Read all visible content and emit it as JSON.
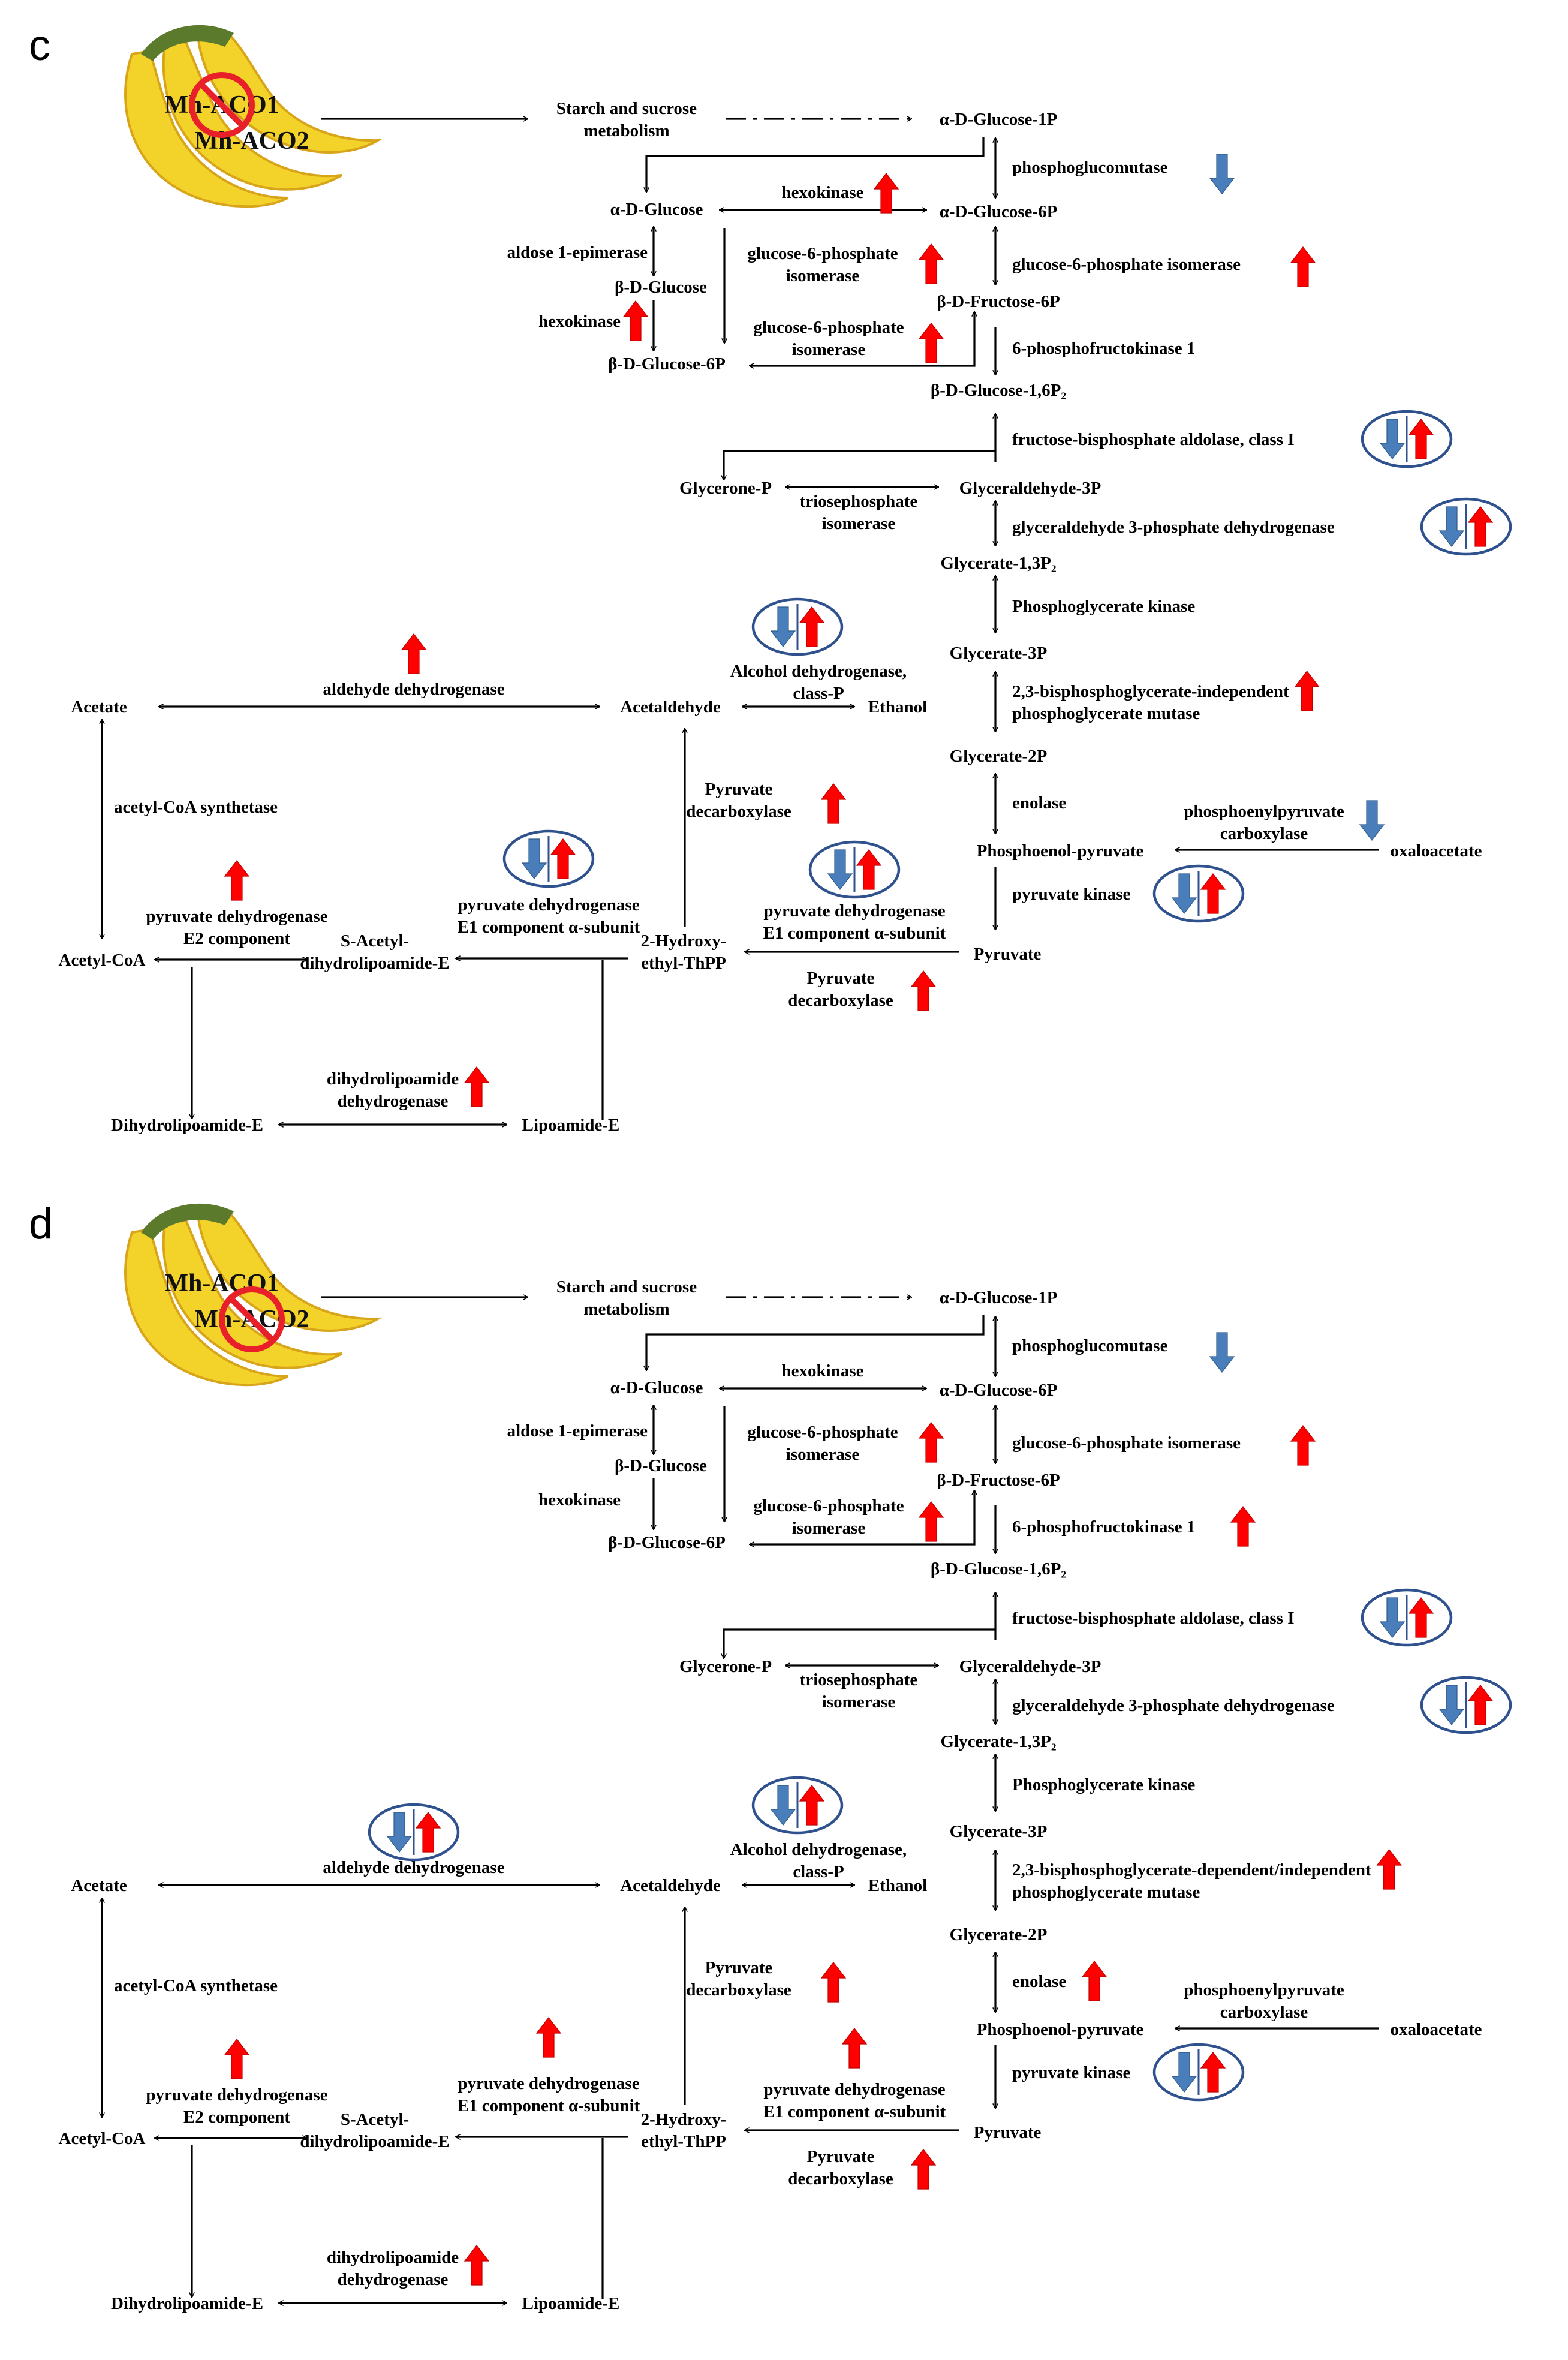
{
  "colors": {
    "up": "#ff0000",
    "down": "#4a7ebb",
    "ring": "#2f528f",
    "line": "#000000",
    "banana": "#f3d22a",
    "banana_shade": "#d8a51a",
    "banana_tip": "#5c7a2b",
    "ban_sign": "#e8202a"
  },
  "panels": [
    {
      "label": "c",
      "genes": [
        "Mh-ACO1",
        "Mh-ACO2"
      ],
      "knockout_gene": "Mh-ACO1",
      "nodes": {
        "starch": "Starch and sucrose\nmetabolism",
        "aG1P": "α-D-Glucose-1P",
        "aG": "α-D-Glucose",
        "aG6P": "α-D-Glucose-6P",
        "bG": "β-D-Glucose",
        "bF6P": "β-D-Fructose-6P",
        "bG6P": "β-D-Glucose-6P",
        "bG16": "β-D-Glucose-1,6P₂",
        "glycP": "Glycerone-P",
        "ga3p": "Glyceraldehyde-3P",
        "g13": "Glycerate-1,3P₂",
        "g3p": "Glycerate-3P",
        "g2p": "Glycerate-2P",
        "pep": "Phosphoenol-pyruvate",
        "oxa": "oxaloacetate",
        "pyr": "Pyruvate",
        "acetate": "Acetate",
        "acald": "Acetaldehyde",
        "ethanol": "Ethanol",
        "accoa": "Acetyl-CoA",
        "sacetyl": "S-Acetyl-\ndihydrolipoamide-E",
        "hydroxy": "2-Hydroxy-\nethyl-ThPP",
        "dihydro": "Dihydrolipoamide-E",
        "lipo": "Lipoamide-E"
      },
      "enzymes": {
        "pgm": {
          "text": "phosphoglucomutase",
          "reg": "down"
        },
        "hk1": {
          "text": "hexokinase",
          "reg": "up"
        },
        "aldose": {
          "text": "aldose 1-epimerase",
          "reg": "none"
        },
        "g6pi_a": {
          "text": "glucose-6-phosphate\nisomerase",
          "reg": "up"
        },
        "g6pi_b": {
          "text": "glucose-6-phosphate isomerase",
          "reg": "up"
        },
        "hk2": {
          "text": "hexokinase",
          "reg": "up"
        },
        "g6pi_c": {
          "text": "glucose-6-phosphate\nisomerase",
          "reg": "up"
        },
        "pfk": {
          "text": "6-phosphofructokinase 1",
          "reg": "none"
        },
        "fba": {
          "text": "fructose-bisphosphate aldolase, class I",
          "reg": "both"
        },
        "tpi": {
          "text": "triosephosphate\nisomerase",
          "reg": "none"
        },
        "gapdh": {
          "text": "glyceraldehyde 3-phosphate dehydrogenase",
          "reg": "both"
        },
        "pgk": {
          "text": "Phosphoglycerate kinase",
          "reg": "none"
        },
        "pgam": {
          "text": "2,3-bisphosphoglycerate-independent\nphosphoglycerate mutase",
          "reg": "up"
        },
        "eno": {
          "text": "enolase",
          "reg": "none"
        },
        "pepc": {
          "text": "phosphoenylpyruvate\ncarboxylase",
          "reg": "down"
        },
        "pk": {
          "text": "pyruvate kinase",
          "reg": "both"
        },
        "aldh": {
          "text": "aldehyde dehydrogenase",
          "reg": "up"
        },
        "adh": {
          "text": "Alcohol dehydrogenase,\nclass-P",
          "reg": "both"
        },
        "pdc1": {
          "text": "Pyruvate\ndecarboxylase",
          "reg": "up"
        },
        "acs": {
          "text": "acetyl-CoA synthetase",
          "reg": "none"
        },
        "pdh_e1a": {
          "text": "pyruvate dehydrogenase\nE1 component  α-subunit",
          "reg": "both"
        },
        "pdh_e1b": {
          "text": "pyruvate dehydrogenase\nE1 component α-subunit",
          "reg": "both"
        },
        "pdh_e2": {
          "text": "pyruvate dehydrogenase\nE2 component",
          "reg": "up"
        },
        "pdc2": {
          "text": "Pyruvate\ndecarboxylase",
          "reg": "up"
        },
        "dld": {
          "text": "dihydrolipoamide\ndehydrogenase",
          "reg": "up"
        }
      }
    },
    {
      "label": "d",
      "genes": [
        "Mh-ACO1",
        "Mh-ACO2"
      ],
      "knockout_gene": "Mh-ACO2",
      "nodes": {
        "starch": "Starch and sucrose\nmetabolism",
        "aG1P": "α-D-Glucose-1P",
        "aG": "α-D-Glucose",
        "aG6P": "α-D-Glucose-6P",
        "bG": "β-D-Glucose",
        "bF6P": "β-D-Fructose-6P",
        "bG6P": "β-D-Glucose-6P",
        "bG16": "β-D-Glucose-1,6P₂",
        "glycP": "Glycerone-P",
        "ga3p": "Glyceraldehyde-3P",
        "g13": "Glycerate-1,3P₂",
        "g3p": "Glycerate-3P",
        "g2p": "Glycerate-2P",
        "pep": "Phosphoenol-pyruvate",
        "oxa": "oxaloacetate",
        "pyr": "Pyruvate",
        "acetate": "Acetate",
        "acald": "Acetaldehyde",
        "ethanol": "Ethanol",
        "accoa": "Acetyl-CoA",
        "sacetyl": "S-Acetyl-\ndihydrolipoamide-E",
        "hydroxy": "2-Hydroxy-\nethyl-ThPP",
        "dihydro": "Dihydrolipoamide-E",
        "lipo": "Lipoamide-E"
      },
      "enzymes": {
        "pgm": {
          "text": "phosphoglucomutase",
          "reg": "down"
        },
        "hk1": {
          "text": "hexokinase",
          "reg": "none"
        },
        "aldose": {
          "text": "aldose 1-epimerase",
          "reg": "none"
        },
        "g6pi_a": {
          "text": "glucose-6-phosphate\nisomerase",
          "reg": "up"
        },
        "g6pi_b": {
          "text": "glucose-6-phosphate isomerase",
          "reg": "up"
        },
        "hk2": {
          "text": "hexokinase",
          "reg": "none"
        },
        "g6pi_c": {
          "text": "glucose-6-phosphate\nisomerase",
          "reg": "up"
        },
        "pfk": {
          "text": "6-phosphofructokinase 1",
          "reg": "up"
        },
        "fba": {
          "text": "fructose-bisphosphate aldolase, class I",
          "reg": "both"
        },
        "tpi": {
          "text": "triosephosphate\nisomerase",
          "reg": "none"
        },
        "gapdh": {
          "text": "glyceraldehyde 3-phosphate dehydrogenase",
          "reg": "both"
        },
        "pgk": {
          "text": "Phosphoglycerate kinase",
          "reg": "none"
        },
        "pgam": {
          "text": "2,3-bisphosphoglycerate-dependent/independent\nphosphoglycerate mutase",
          "reg": "up"
        },
        "eno": {
          "text": "enolase",
          "reg": "up"
        },
        "pepc": {
          "text": "phosphoenylpyruvate\ncarboxylase",
          "reg": "none"
        },
        "pk": {
          "text": "pyruvate kinase",
          "reg": "both"
        },
        "aldh": {
          "text": "aldehyde dehydrogenase",
          "reg": "both"
        },
        "adh": {
          "text": "Alcohol dehydrogenase,\nclass-P",
          "reg": "both"
        },
        "pdc1": {
          "text": "Pyruvate\ndecarboxylase",
          "reg": "up"
        },
        "acs": {
          "text": "acetyl-CoA synthetase",
          "reg": "none"
        },
        "pdh_e1a": {
          "text": "pyruvate dehydrogenase\nE1 component  α-subunit",
          "reg": "up"
        },
        "pdh_e1b": {
          "text": "pyruvate dehydrogenase\nE1 component α-subunit",
          "reg": "up"
        },
        "pdh_e2": {
          "text": "pyruvate dehydrogenase\nE2 component",
          "reg": "up"
        },
        "pdc2": {
          "text": "Pyruvate\ndecarboxylase",
          "reg": "up"
        },
        "dld": {
          "text": "dihydrolipoamide\ndehydrogenase",
          "reg": "up"
        }
      }
    }
  ]
}
